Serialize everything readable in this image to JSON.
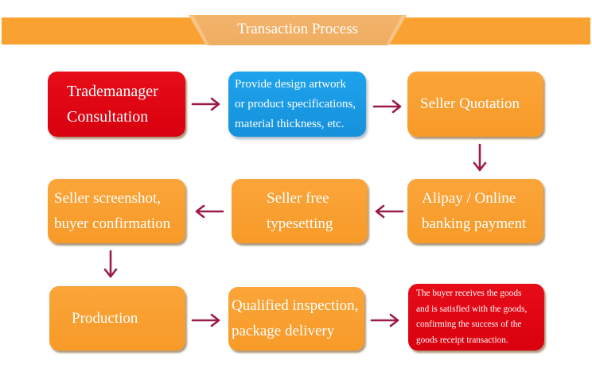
{
  "header": {
    "title": "Transaction Process"
  },
  "colors": {
    "banner": "#f9a231",
    "orange_box": "#f9a032",
    "red_box": "#e00714",
    "blue_box": "#1a9ae4",
    "arrow": "#9b1c46"
  },
  "steps": [
    {
      "id": 1,
      "color": "red",
      "lines": [
        "Trademanager",
        "Consultation"
      ]
    },
    {
      "id": 2,
      "color": "blue",
      "lines": [
        "Provide design artwork",
        "or product specifications,",
        "material thickness, etc."
      ]
    },
    {
      "id": 3,
      "color": "orange",
      "lines": [
        "Seller Quotation"
      ]
    },
    {
      "id": 4,
      "color": "orange",
      "lines": [
        "Alipay / Online",
        "banking payment"
      ]
    },
    {
      "id": 5,
      "color": "orange",
      "lines": [
        "Seller free",
        "typesetting"
      ]
    },
    {
      "id": 6,
      "color": "orange",
      "lines": [
        "Seller screenshot,",
        "buyer confirmation"
      ]
    },
    {
      "id": 7,
      "color": "orange",
      "lines": [
        "Production"
      ]
    },
    {
      "id": 8,
      "color": "orange",
      "lines": [
        "Qualified inspection,",
        "package delivery"
      ]
    },
    {
      "id": 9,
      "color": "red",
      "lines": [
        "The buyer receives the goods",
        "and is satisfied with the goods,",
        "confirming the success of the",
        "goods receipt transaction."
      ]
    }
  ],
  "arrows": [
    {
      "from": 1,
      "to": 2,
      "direction": "right"
    },
    {
      "from": 2,
      "to": 3,
      "direction": "right"
    },
    {
      "from": 3,
      "to": 4,
      "direction": "down"
    },
    {
      "from": 4,
      "to": 5,
      "direction": "left"
    },
    {
      "from": 5,
      "to": 6,
      "direction": "left"
    },
    {
      "from": 6,
      "to": 7,
      "direction": "down"
    },
    {
      "from": 7,
      "to": 8,
      "direction": "right"
    },
    {
      "from": 8,
      "to": 9,
      "direction": "right"
    }
  ]
}
